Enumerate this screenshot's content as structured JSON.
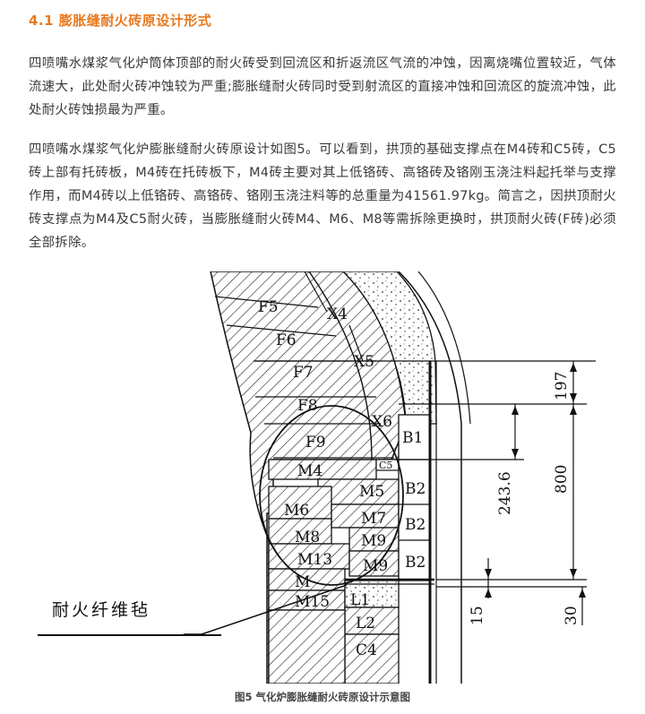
{
  "section": {
    "heading": "4.1 膨胀缝耐火砖原设计形式",
    "paragraph1": "四喷嘴水煤浆气化炉筒体顶部的耐火砖受到回流区和折返流区气流的冲蚀，因离烧嘴位置较近，气体流速大，此处耐火砖冲蚀较为严重;膨胀缝耐火砖同时受到射流区的直接冲蚀和回流区的旋流冲蚀，此处耐火砖蚀损最为严重。",
    "paragraph2": "四喷嘴水煤浆气化炉膨胀缝耐火砖原设计如图5。可以看到，拱顶的基础支撑点在M4砖和C5砖，C5砖上部有托砖板，M4砖在托砖板下，M4砖主要对其上低铬砖、高铬砖及铬刚玉浇注料起托举与支撑作用，而M4砖以上低铬砖、高铬砖、铬刚玉浇注料等的总重量为41561.97kg。简言之，因拱顶耐火砖支撑点为M4及C5耐火砖，当膨胀缝耐火砖M4、M6、M8等需拆除更换时，拱顶耐火砖(F砖)必须全部拆除。"
  },
  "figure": {
    "caption": "图5 气化炉膨胀缝耐火砖原设计示意图",
    "labels": {
      "F5": "F5",
      "F6": "F6",
      "F7": "F7",
      "F8": "F8",
      "F9": "F9",
      "X4": "X4",
      "X5": "X5",
      "X6": "X6",
      "M4": "M4",
      "C5": "C5",
      "M5": "M5",
      "M6": "M6",
      "M7": "M7",
      "M8": "M8",
      "M9a": "M9",
      "M13": "M13",
      "M9b": "M9",
      "M": "M",
      "M15": "M15",
      "L1": "L1",
      "L2": "L2",
      "C4": "C4",
      "B1": "B1",
      "B2a": "B2",
      "B2b": "B2",
      "B2c": "B2"
    },
    "dimensions": {
      "d197": "197",
      "d800": "800",
      "d243": "243.6",
      "d15": "15",
      "d30": "30"
    },
    "callout": "耐火纤维毡"
  }
}
